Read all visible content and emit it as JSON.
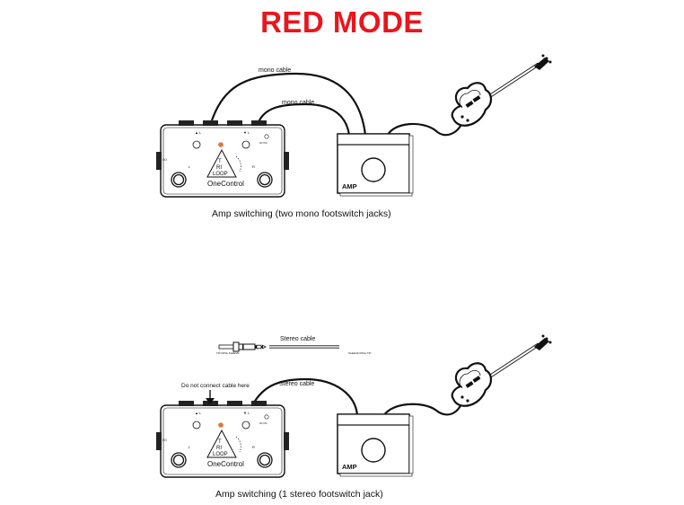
{
  "title": "RED MODE",
  "title_color": "#e8161d",
  "top": {
    "cable1_label": "mono cable",
    "cable2_label": "mono cable",
    "amp_label": "AMP",
    "pedal_brand": "OneControl",
    "pedal_logo": "TRI LOOP",
    "caption": "Amp switching (two mono footswitch jacks)"
  },
  "bottom": {
    "stereo_cable_label": "Stereo cable",
    "plug_left_text": "TIP  RING  SLEEVE",
    "plug_right_text": "SLEEVE  RING  TIP",
    "no_connect_label": "Do not connect cable here",
    "cable_label": "Stereo cable",
    "amp_label": "AMP",
    "pedal_brand": "OneControl",
    "pedal_logo": "TRI LOOP",
    "caption": "Amp switching (1 stereo footswitch jack)"
  },
  "icons": [
    "guitar-icon",
    "amp-icon",
    "pedal-icon",
    "arrow-down-icon",
    "stereo-plug-icon"
  ]
}
